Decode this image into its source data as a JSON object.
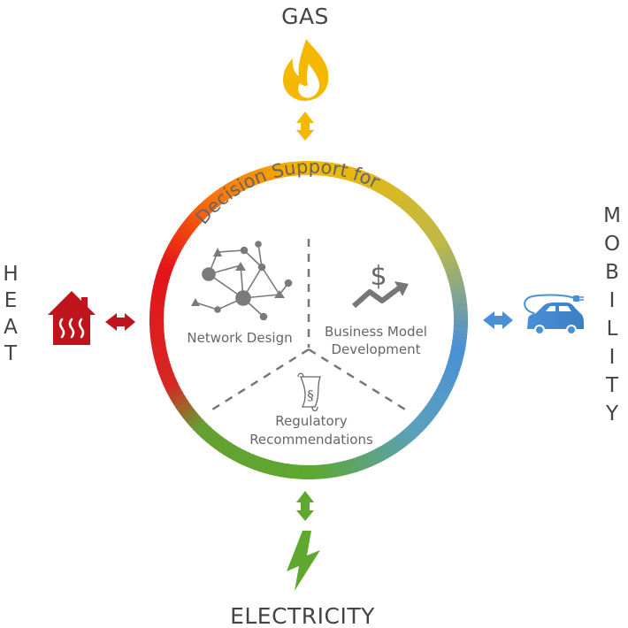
{
  "top": {
    "label": "GAS",
    "color": "#f5b800",
    "icon": "flame-icon"
  },
  "bottom": {
    "label": "ELECTRICITY",
    "color": "#5ea82f",
    "icon": "lightning-bolt-icon"
  },
  "left": {
    "letters": [
      "H",
      "E",
      "A",
      "T"
    ],
    "color": "#c0141c",
    "icon": "house-heating-icon"
  },
  "right": {
    "letters": [
      "M",
      "O",
      "B",
      "I",
      "L",
      "I",
      "T",
      "Y"
    ],
    "color": "#4a90d6",
    "icon": "electric-car-icon"
  },
  "circle": {
    "title": "Decision Support for",
    "sectors": {
      "network": {
        "label": "Network Design",
        "icon": "network-graph-icon"
      },
      "business": {
        "line1": "Business Model",
        "line2": "Development",
        "icon": "dollar-trend-icon"
      },
      "regulatory": {
        "line1": "Regulatory",
        "line2": "Recommendations",
        "icon": "paragraph-scroll-icon"
      }
    }
  }
}
